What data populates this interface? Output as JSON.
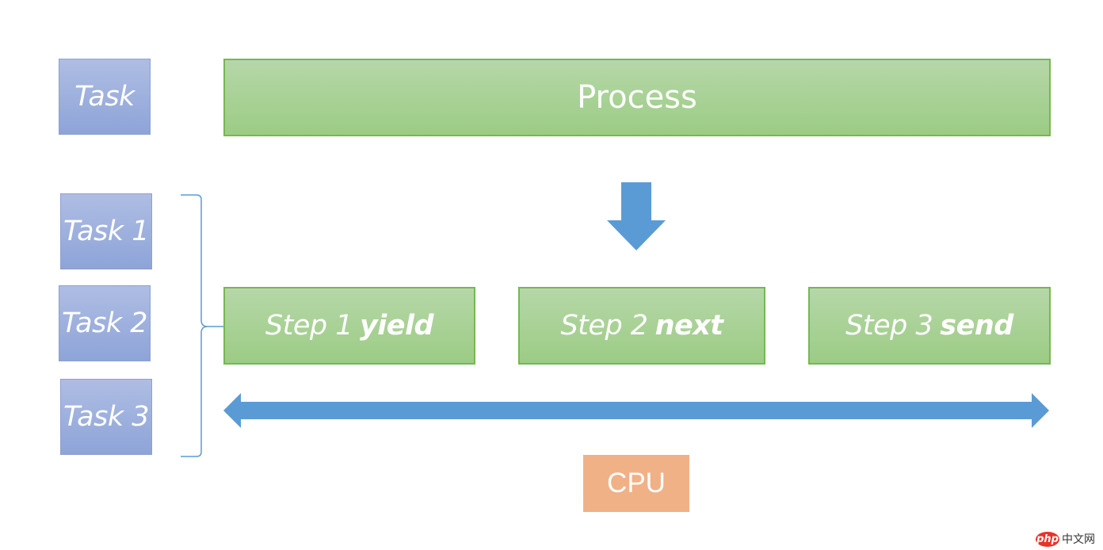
{
  "tasks": {
    "single": "Task",
    "list": [
      "Task 1",
      "Task 2",
      "Task 3"
    ]
  },
  "process": {
    "label": "Process"
  },
  "steps": [
    {
      "prefix": "Step 1",
      "keyword": "yield"
    },
    {
      "prefix": "Step 2",
      "keyword": "next"
    },
    {
      "prefix": "Step 3",
      "keyword": "send"
    }
  ],
  "cpu": {
    "label": "CPU"
  },
  "watermark": {
    "badge": "php",
    "text": "中文网"
  },
  "colors": {
    "task_fill": "#9fb1de",
    "process_fill": "#a9d18e",
    "process_border": "#76b852",
    "arrow": "#5b9bd5",
    "bracket": "#5b9bd5",
    "cpu_fill": "#f0b187"
  },
  "icons": {
    "down_arrow": "down-arrow-icon",
    "double_arrow": "double-headed-arrow-icon",
    "bracket": "curly-brace-icon"
  }
}
